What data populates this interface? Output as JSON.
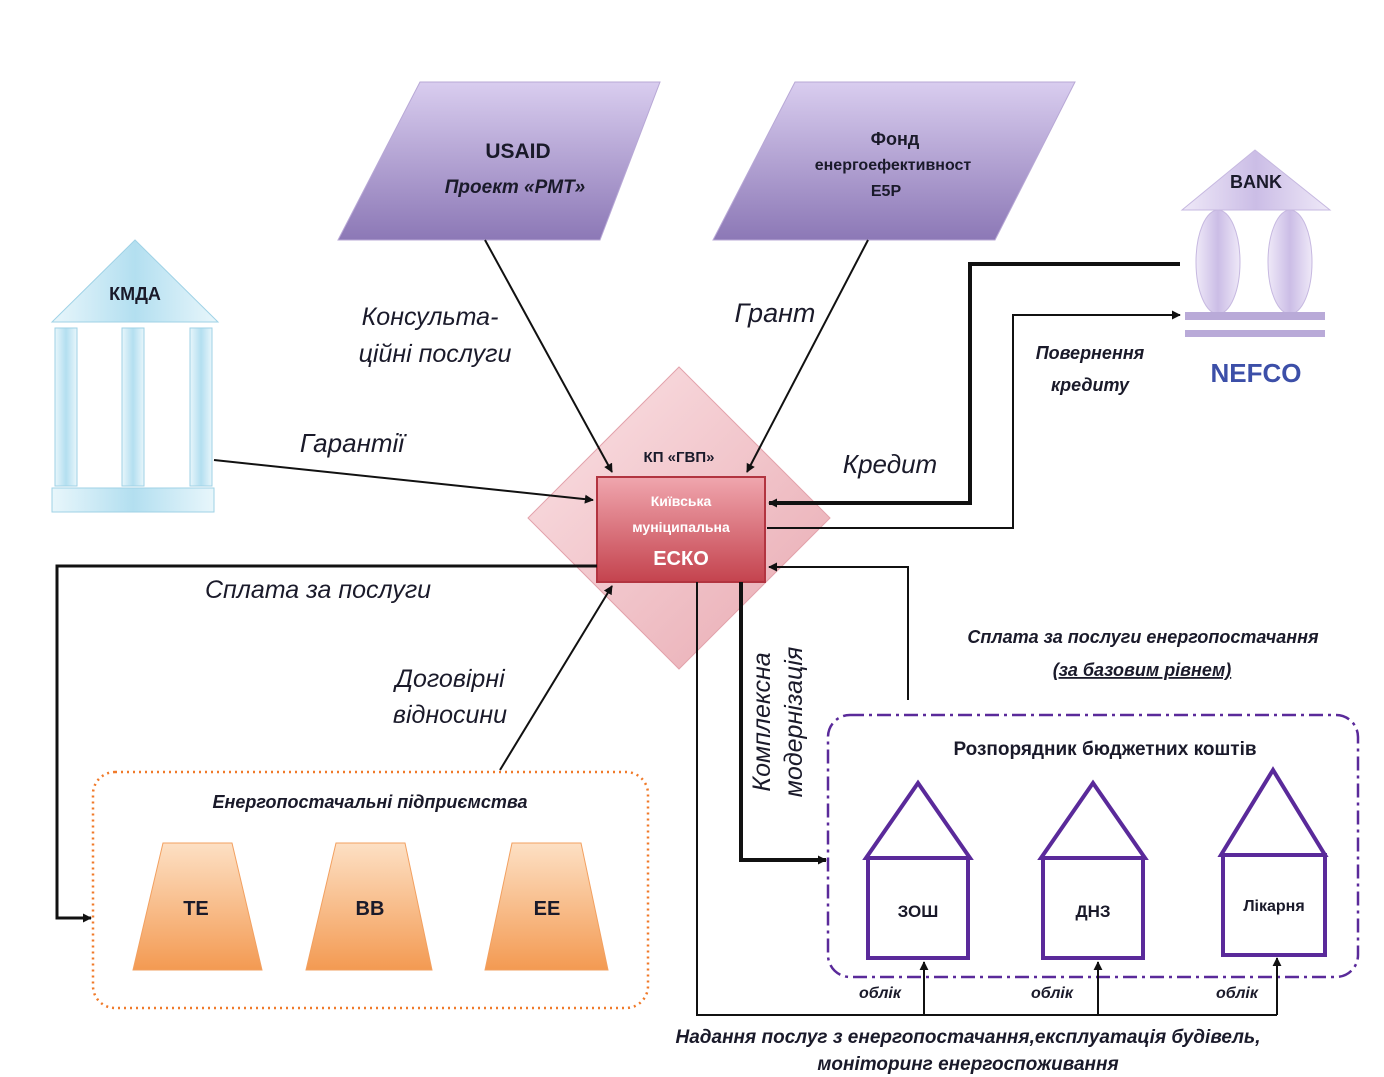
{
  "nodes": {
    "usaid_line1": "USAID",
    "usaid_line2": "Проект «PMT»",
    "fund_line1": "Фонд",
    "fund_line2": "енергоефективност",
    "fund_line3": "E5P",
    "bank": "BANK",
    "nefco": "NEFCO",
    "kmda": "КМДА",
    "esco_top": "КП «ГВП»",
    "esco_line1": "Київська",
    "esco_line2": "муніципальна",
    "esco_line3": "ЕСКО",
    "suppliers_title": "Енергопостачальні підприємства",
    "supplier_te": "ТЕ",
    "supplier_vv": "ВВ",
    "supplier_ee": "ЕЕ",
    "budget_title": "Розпорядник бюджетних коштів",
    "building_zosh": "ЗОШ",
    "building_dnz": "ДНЗ",
    "building_hospital": "Лікарня"
  },
  "labels": {
    "consult_1": "Консульта-",
    "consult_2": "ційні послуги",
    "grant": "Грант",
    "guarantees": "Гарантії",
    "credit": "Кредит",
    "repay_1": "Повернення",
    "repay_2": "кредиту",
    "payment_services": "Сплата за послуги",
    "contract_1": "Договірні",
    "contract_2": "відносини",
    "modern_1": "Комплексна",
    "modern_2": "модернізація",
    "energy_payment_1": "Сплата за послуги енергопостачання",
    "energy_payment_2": "(за базовим рівнем)",
    "oblik_1": "облік",
    "oblik_2": "облік",
    "oblik_3": "облік",
    "bottom_1": "Надання послуг з енергопостачання,експлуатація будівель,",
    "bottom_2": "моніторинг енергоспоживання"
  },
  "colors": {
    "purple_top": "#ccbfe4",
    "purple_bottom": "#8f7bb8",
    "pink_diamond": "#f1c7cd",
    "esco_box": "#d4505a",
    "bank_column": "#ded3ef",
    "nefco_text": "#3c4fa8",
    "kmda_column": "#bfe4f2",
    "orange_supplier": "#f4a868",
    "budget_border": "#5a2a9a",
    "arrow": "#111111"
  }
}
